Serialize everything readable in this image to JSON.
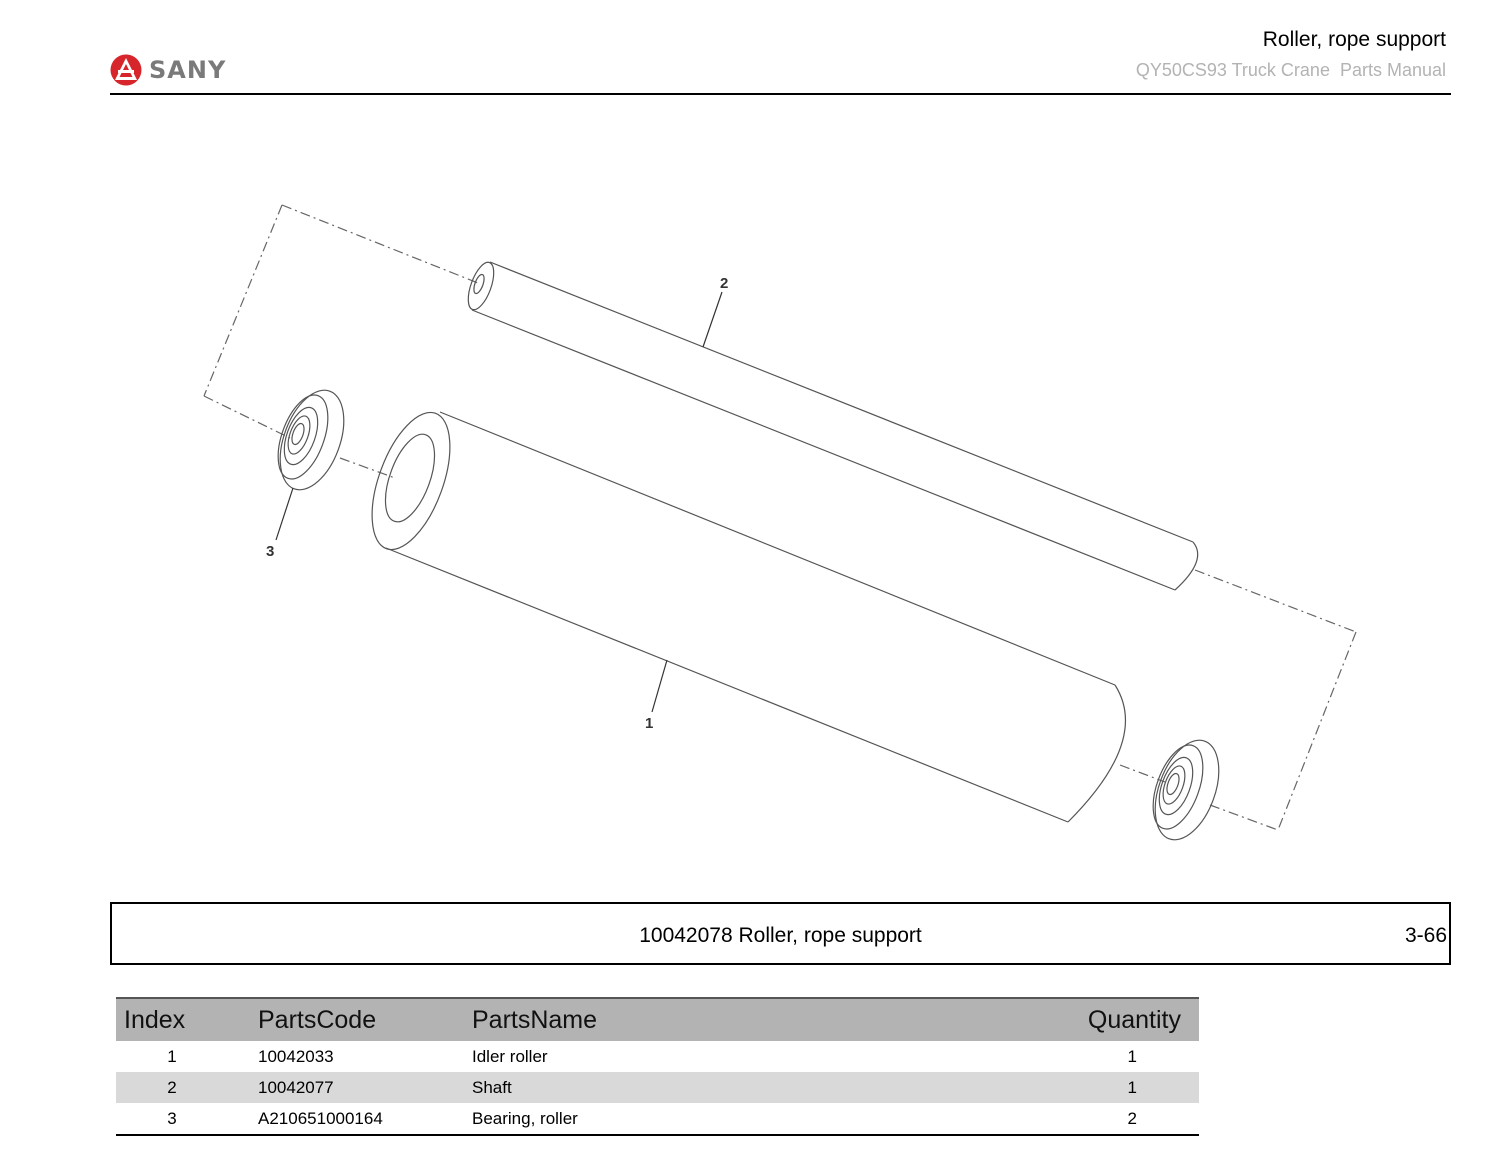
{
  "header": {
    "brand": "SANY",
    "title": "Roller, rope support",
    "subtitle": "QY50CS93 Truck Crane  Parts Manual"
  },
  "drawing": {
    "callouts": [
      "2",
      "3",
      "1"
    ]
  },
  "caption": {
    "text": "10042078 Roller, rope support",
    "page": "3-66"
  },
  "parts_table": {
    "headers": {
      "index": "Index",
      "code": "PartsCode",
      "name": "PartsName",
      "quantity": "Quantity"
    },
    "rows": [
      {
        "index": "1",
        "code": "10042033",
        "name": "Idler roller",
        "quantity": "1"
      },
      {
        "index": "2",
        "code": "10042077",
        "name": "Shaft",
        "quantity": "1"
      },
      {
        "index": "3",
        "code": "A210651000164",
        "name": "Bearing, roller",
        "quantity": "2"
      }
    ]
  },
  "colors": {
    "logo_red": "#d7252c",
    "header_gray": "#b3b3b3",
    "row_alt": "#d9d9d9"
  }
}
